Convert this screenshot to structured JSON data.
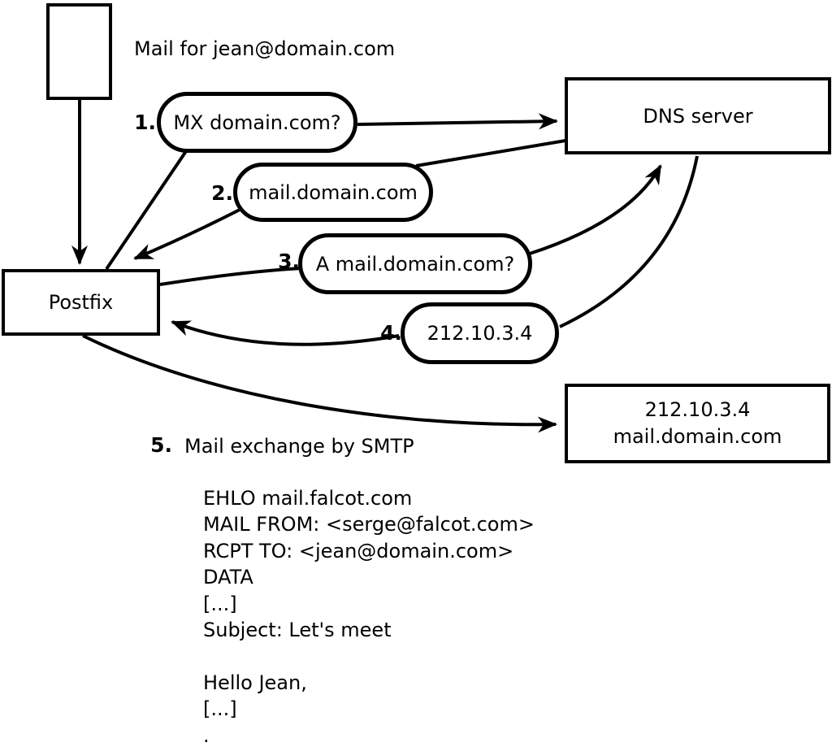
{
  "title_label": "Mail for jean@domain.com",
  "nodes": {
    "mail_source": "",
    "postfix": "Postfix",
    "dns_server": "DNS server",
    "destination": {
      "line1": "212.10.3.4",
      "line2": "mail.domain.com"
    }
  },
  "steps": [
    {
      "num": "1.",
      "label": "MX domain.com?"
    },
    {
      "num": "2.",
      "label": "mail.domain.com"
    },
    {
      "num": "3.",
      "label": "A mail.domain.com?"
    },
    {
      "num": "4.",
      "label": "212.10.3.4"
    },
    {
      "num": "5.",
      "label": "Mail exchange by SMTP"
    }
  ],
  "smtp_session": {
    "lines": [
      "EHLO mail.falcot.com",
      "MAIL FROM: <serge@falcot.com>",
      "RCPT TO: <jean@domain.com>",
      "DATA",
      "[...]",
      "Subject: Let's meet",
      "",
      "Hello Jean,",
      "[...]",
      "."
    ]
  },
  "colors": {
    "stroke": "#000000",
    "background": "#ffffff",
    "text": "#000000"
  }
}
